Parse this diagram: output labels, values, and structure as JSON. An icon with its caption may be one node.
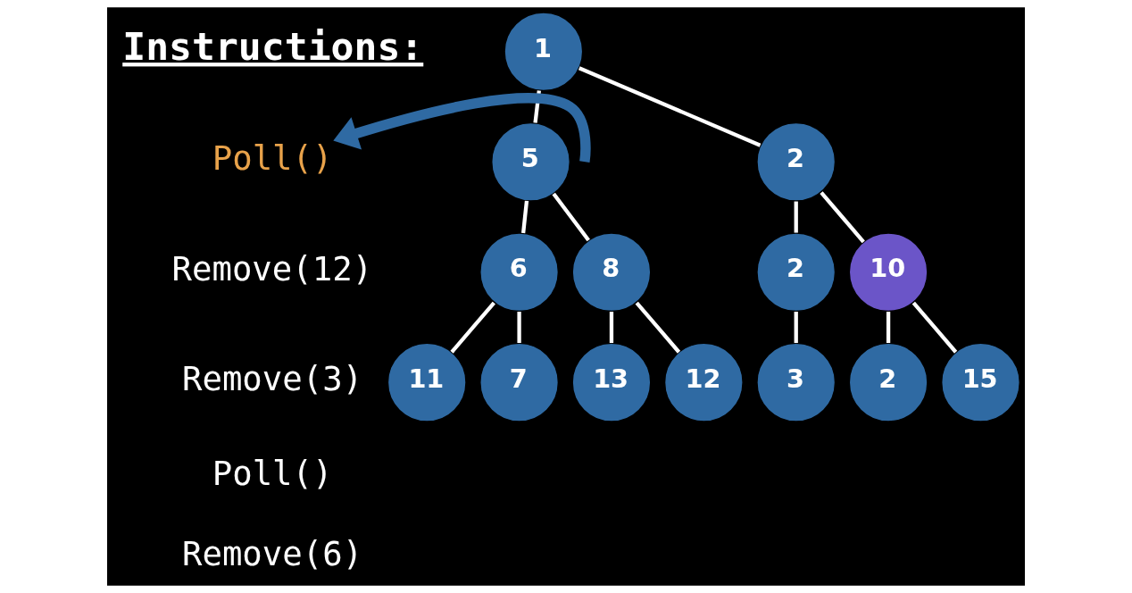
{
  "diagram": {
    "nodes": [
      {
        "text": [
          "1"
        ]
      },
      {
        "text": [
          "5"
        ]
      },
      {
        "text": [
          "2"
        ]
      },
      {
        "text": [
          "8"
        ]
      },
      {
        "text": [
          "6"
        ]
      },
      {
        "text": [
          "10"
        ]
      },
      {
        "text": [
          "2"
        ]
      },
      {
        "text": [
          "13"
        ]
      },
      {
        "text": [
          "12"
        ]
      },
      {
        "text": [
          "11"
        ]
      },
      {
        "text": [
          "7"
        ]
      },
      {
        "text": [
          "2"
        ]
      },
      {
        "text": [
          "15"
        ]
      },
      {
        "text": [
          "3"
        ]
      },
      {
        "text": [
          "Poll()"
        ]
      }
    ],
    "edges": [
      {
        "from": 0,
        "to": 1,
        "arrow": "none"
      },
      {
        "from": 0,
        "to": 2,
        "arrow": "none"
      },
      {
        "from": 1,
        "to": 3,
        "arrow": "none"
      },
      {
        "from": 1,
        "to": 4,
        "arrow": "none"
      },
      {
        "from": 2,
        "to": 5,
        "arrow": "none"
      },
      {
        "from": 2,
        "to": 6,
        "arrow": "none"
      },
      {
        "from": 3,
        "to": 7,
        "arrow": "none"
      },
      {
        "from": 3,
        "to": 8,
        "arrow": "none"
      },
      {
        "from": 4,
        "to": 9,
        "arrow": "none"
      },
      {
        "from": 4,
        "to": 10,
        "arrow": "none"
      },
      {
        "from": 5,
        "to": 11,
        "arrow": "none"
      },
      {
        "from": 5,
        "to": 12,
        "arrow": "none"
      },
      {
        "from": 6,
        "to": 13,
        "arrow": "none"
      },
      {
        "from": null,
        "to": 14,
        "arrow": "to",
        "style": "thick",
        "color": "#2f6aa3"
      }
    ],
    "labels": [
      "Instructions:",
      "Remove(12)",
      "Remove(3)",
      "Poll()",
      "Remove(6)"
    ]
  }
}
